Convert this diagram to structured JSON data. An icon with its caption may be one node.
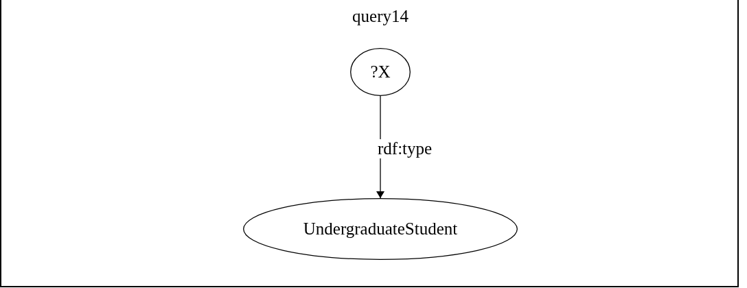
{
  "diagram": {
    "title": "query14",
    "nodes": [
      {
        "text": [
          "?X"
        ]
      },
      {
        "text": [
          "UndergraduateStudent"
        ]
      }
    ],
    "edges": [
      {
        "from": 0,
        "to": 1,
        "arrow": "to",
        "label": "rdf:type"
      }
    ]
  }
}
